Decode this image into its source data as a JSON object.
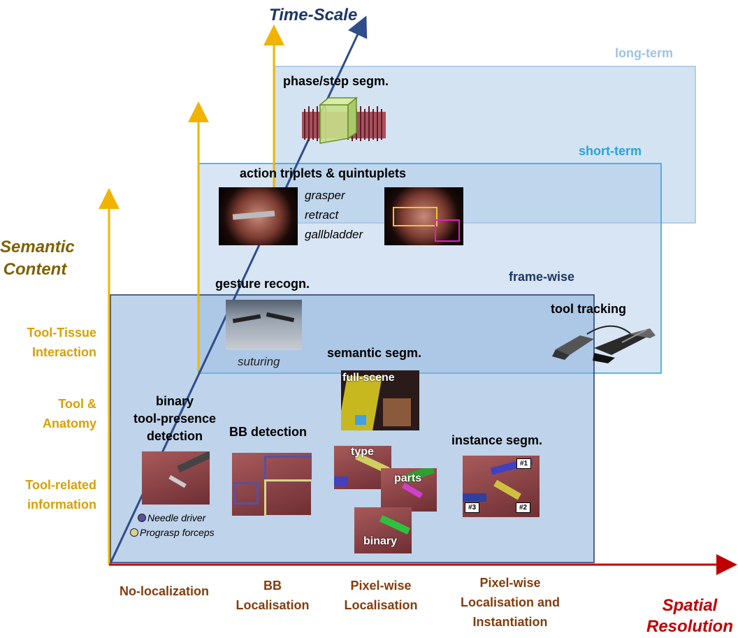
{
  "axes": {
    "time_label": "Time-Scale",
    "semantic_label": [
      "Semantic",
      "Content"
    ],
    "spatial_label": [
      "Spatial",
      "Resolution"
    ]
  },
  "regions": {
    "long_term": "long-term",
    "short_term": "short-term",
    "frame_wise": "frame-wise"
  },
  "semantic_levels": [
    [
      "Tool-Tissue",
      "Interaction"
    ],
    [
      "Tool &",
      "Anatomy"
    ],
    [
      "Tool-related",
      "information"
    ]
  ],
  "spatial_levels": [
    [
      "No-localization"
    ],
    [
      "BB",
      "Localisation"
    ],
    [
      "Pixel-wise",
      "Localisation"
    ],
    [
      "Pixel-wise",
      "Localisation and",
      "Instantiation"
    ]
  ],
  "tasks": {
    "phase": "phase/step segm.",
    "triplets": "action triplets & quintuplets",
    "triplet_words": [
      "grasper",
      "retract",
      "gallbladder"
    ],
    "gesture": "gesture recogn.",
    "suturing": "suturing",
    "tool_tracking": "tool tracking",
    "semantic_segm": "semantic segm.",
    "full_scene": "full-scene",
    "binary_presence": [
      "binary",
      "tool-presence",
      "detection"
    ],
    "bb_detection": "BB detection",
    "instance_segm": "instance segm.",
    "seg_type": "type",
    "seg_parts": "parts",
    "seg_binary": "binary",
    "legend": [
      "Needle driver",
      "Prograsp forceps"
    ],
    "instance_ids": [
      "#1",
      "#3",
      "#2"
    ]
  },
  "colors": {
    "time_axis": "#2e4d8a",
    "semantic_axis": "#f0b400",
    "spatial_axis": "#c00000",
    "long_term_box": "#cfe0f1",
    "short_term_box": "#a9c6e6",
    "frame_wise_box": "#8aaedb",
    "semantic_text": "#7f6000",
    "semantic_level_text": "#d9a000",
    "spatial_text": "#843c0c",
    "needle_driver": "#5a4fa0",
    "prograsp": "#d9d38c"
  }
}
